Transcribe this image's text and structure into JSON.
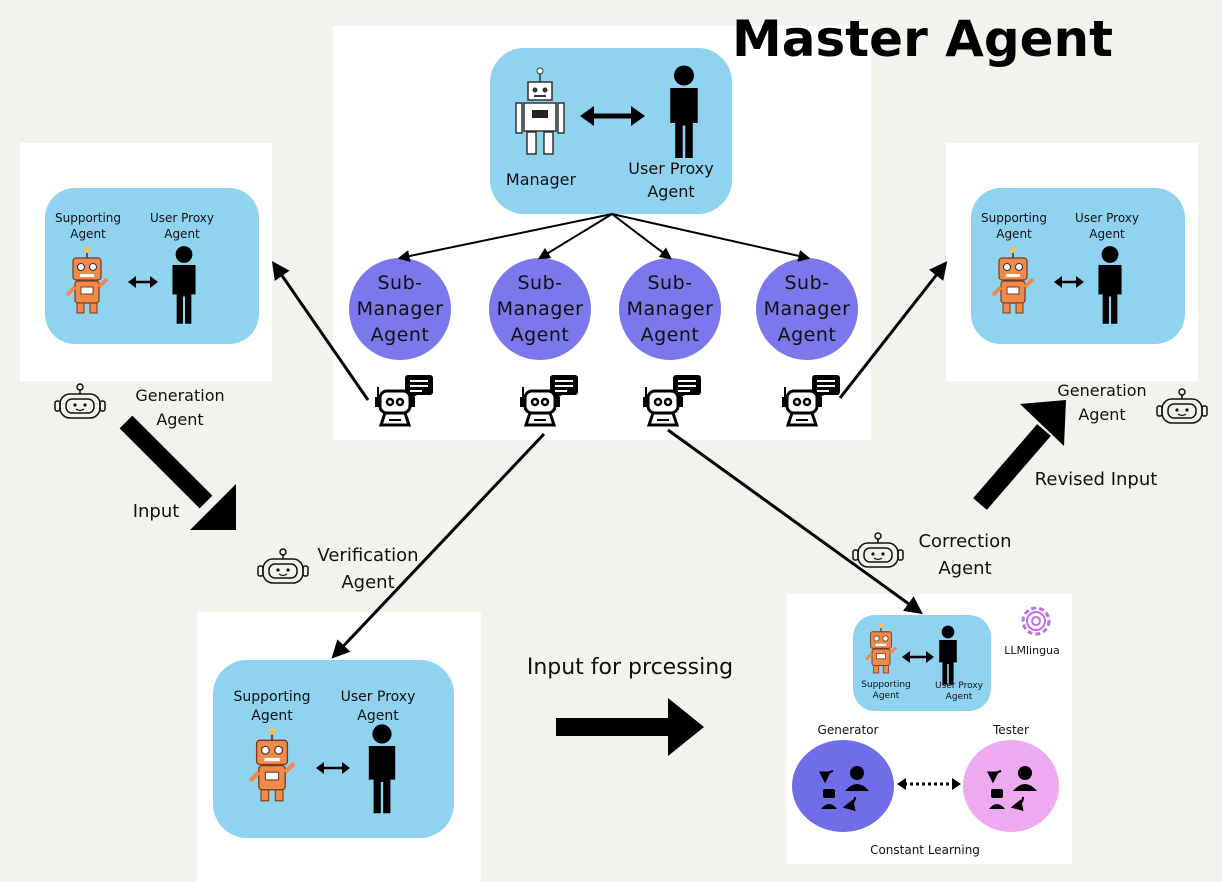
{
  "title": "Master Agent",
  "master": {
    "manager_label": "Manager",
    "user_proxy_label": "User Proxy\nAgent",
    "sub_managers": [
      "Sub-\nManager\nAgent",
      "Sub-\nManager\nAgent",
      "Sub-\nManager\nAgent",
      "Sub-\nManager\nAgent"
    ]
  },
  "left_generation": {
    "supporting": "Supporting\nAgent",
    "user_proxy": "User Proxy\nAgent",
    "caption": "Generation\nAgent"
  },
  "right_generation": {
    "supporting": "Supporting\nAgent",
    "user_proxy": "User Proxy\nAgent",
    "caption": "Generation\nAgent"
  },
  "verification": {
    "caption": "Verification\nAgent",
    "supporting": "Supporting\nAgent",
    "user_proxy": "User Proxy\nAgent"
  },
  "correction": {
    "caption": "Correction\nAgent",
    "supporting": "Supporting\nAgent",
    "user_proxy": "User Proxy\nAgent",
    "llmlingua": "LLMlingua",
    "generator": "Generator",
    "tester": "Tester",
    "footer": "Constant Learning"
  },
  "flows": {
    "input": "Input",
    "input_processing": "Input for prcessing",
    "revised_input": "Revised Input"
  },
  "colors": {
    "background": "#f4f2ec",
    "agent_box": "#8fd3f0",
    "sub_manager": "#7a78ea",
    "generator": "#6f6ee8",
    "tester": "#eeaaf0",
    "robot_orange": "#f08a4b",
    "gear": "#c070e0"
  }
}
